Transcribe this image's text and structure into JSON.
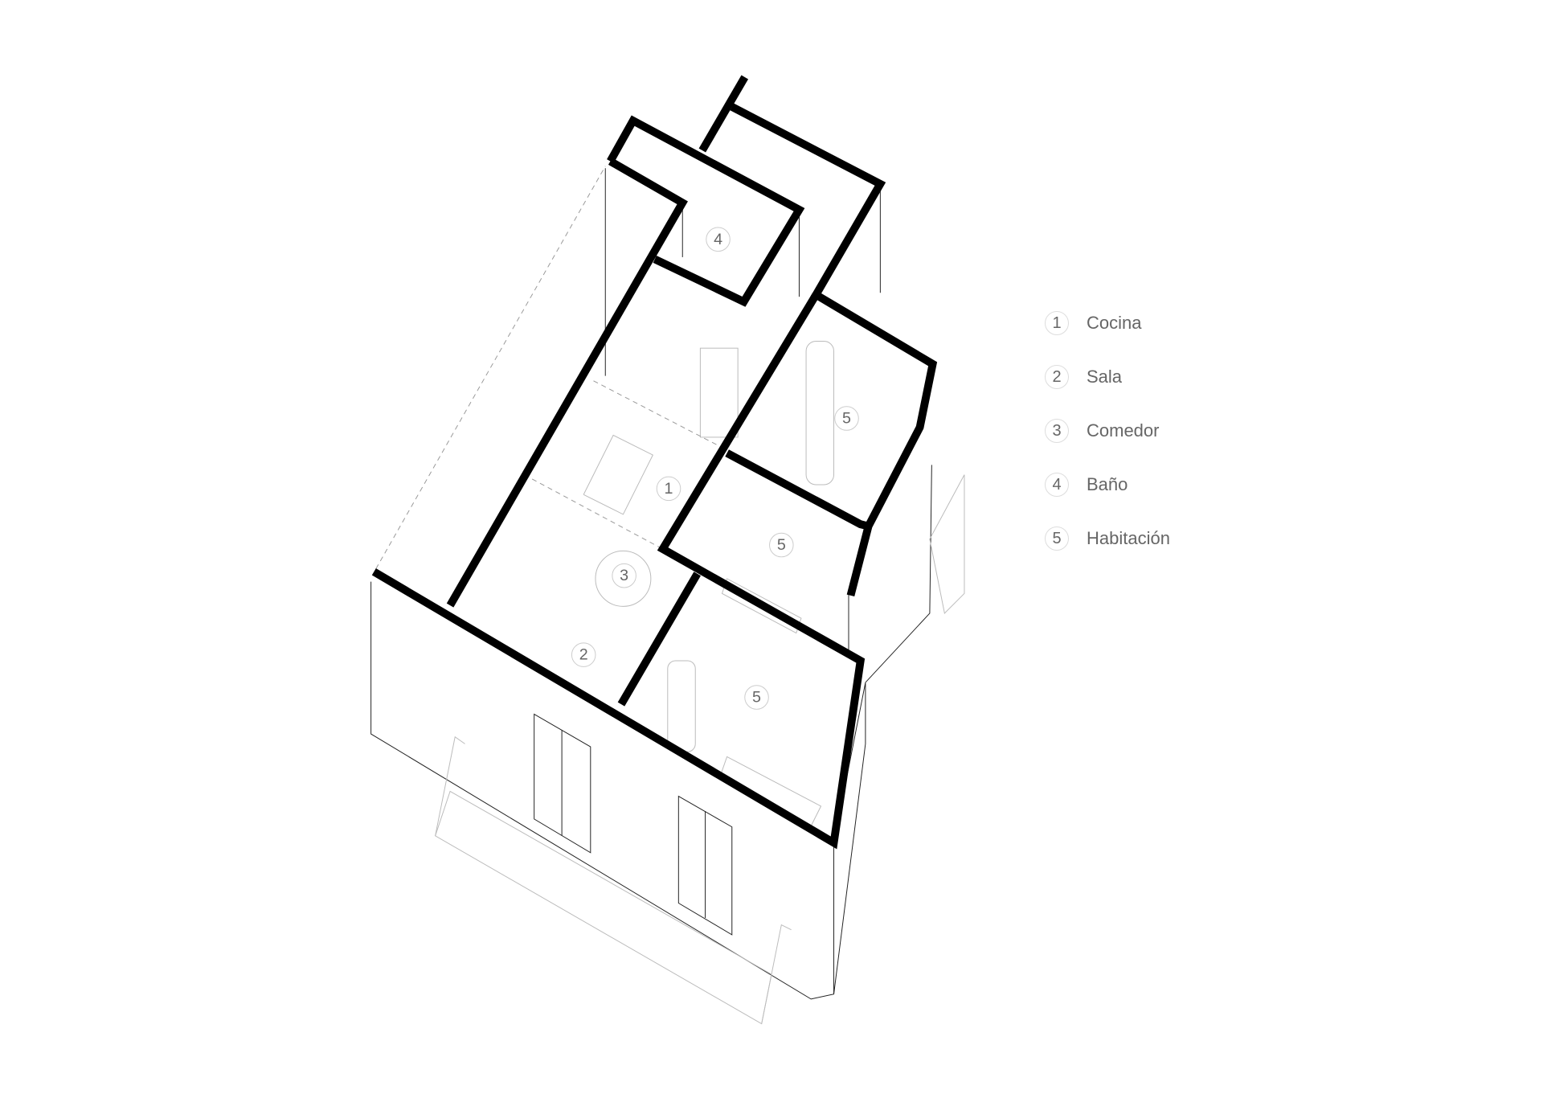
{
  "rooms": [
    {
      "number": "1",
      "name": "Cocina"
    },
    {
      "number": "2",
      "name": "Sala"
    },
    {
      "number": "3",
      "name": "Comedor"
    },
    {
      "number": "4",
      "name": "Baño"
    },
    {
      "number": "5",
      "name": "Habitación"
    }
  ],
  "room_labels": [
    "1",
    "2",
    "3",
    "4",
    "5",
    "5",
    "5"
  ]
}
